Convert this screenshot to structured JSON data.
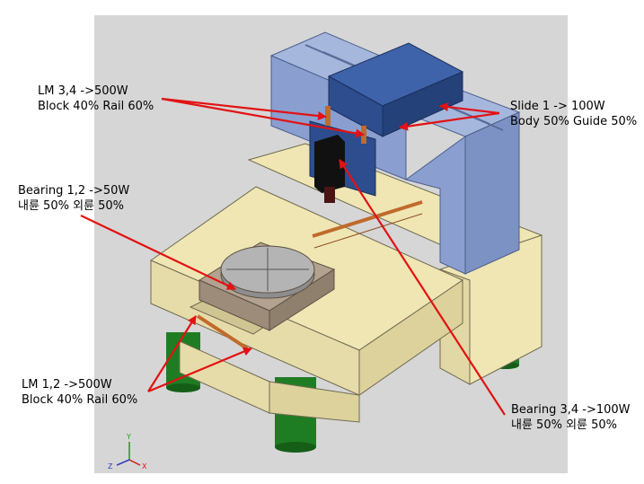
{
  "colors": {
    "viewport_bg": "#d6d6d6",
    "base_beige": "#efe6b4",
    "frame_blue": "#8a9fcf",
    "slide_dark_blue": "#2d4d8f",
    "spindle_black": "#111111",
    "table_tan": "#b3a28f",
    "leg_green": "#1e7d23",
    "rail_copper": "#c06a2c",
    "arrow_red": "#e31212"
  },
  "annotations": {
    "lm34": {
      "line1": "LM 3,4 ->500W",
      "line2": "Block 40% Rail 60%"
    },
    "slide1": {
      "line1": "Slide 1 -> 100W",
      "line2": "Body 50% Guide 50%"
    },
    "bearing12": {
      "line1": "Bearing 1,2 ->50W",
      "line2": "내륜 50% 외륜 50%"
    },
    "lm12": {
      "line1": "LM 1,2 ->500W",
      "line2": "Block 40% Rail 60%"
    },
    "bearing34": {
      "line1": "Bearing 3,4 ->100W",
      "line2": "내륜 50% 외륜 50%"
    }
  },
  "axis_labels": {
    "y": "Y",
    "z": "Z",
    "x": "X"
  }
}
